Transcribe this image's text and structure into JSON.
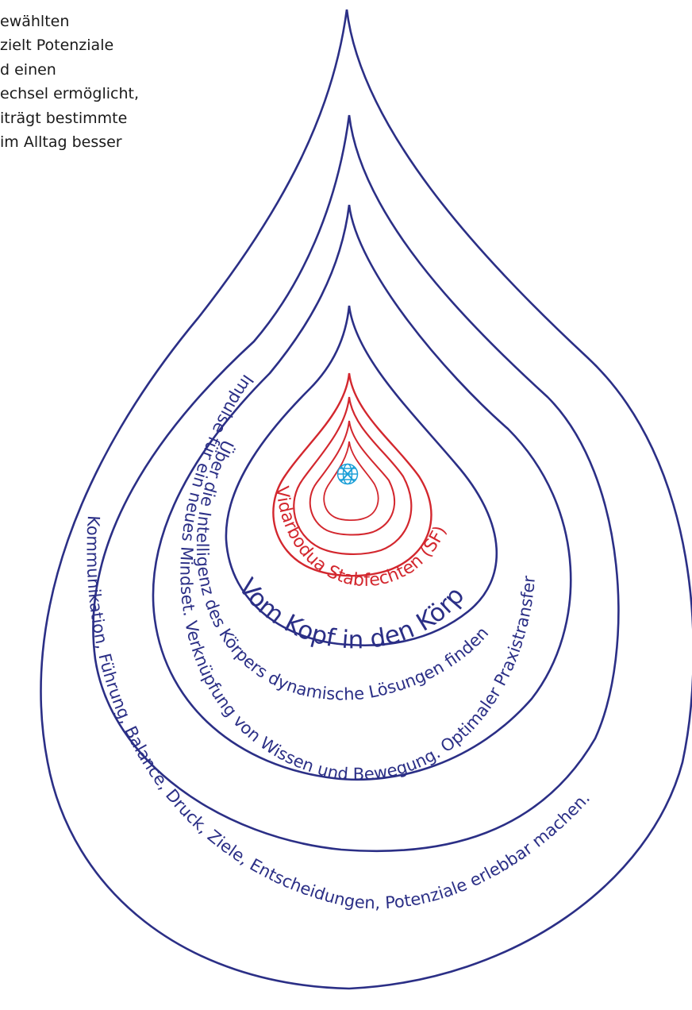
{
  "intro": {
    "lines": [
      "ewählten",
      "ziel​t Potenziale",
      "d einen",
      "echsel ermöglicht,",
      "iträgt bestimmte",
      "im Alltag besser"
    ]
  },
  "diagram": {
    "colors": {
      "navy": "#2b2f86",
      "red": "#d3272e",
      "cyan": "#1da0d8"
    },
    "logo_icon": "globe-star-emblem-icon",
    "labels": {
      "core": "Vidarbodua Stabfechten (SF)",
      "ring1": "Vom Kopf in den Körper",
      "ring2": "Über die Intelligenz des Körpers dynamische Lösungen finden",
      "ring3": "Impulse für ein neues Mindset. Verknüpfung von Wissen und Bewegung. Optimaler Praxistransfer",
      "ring4": "Kommunikation, Führung, Balance, Druck, Ziele, Entscheidungen, Potenziale erlebbar machen."
    }
  }
}
